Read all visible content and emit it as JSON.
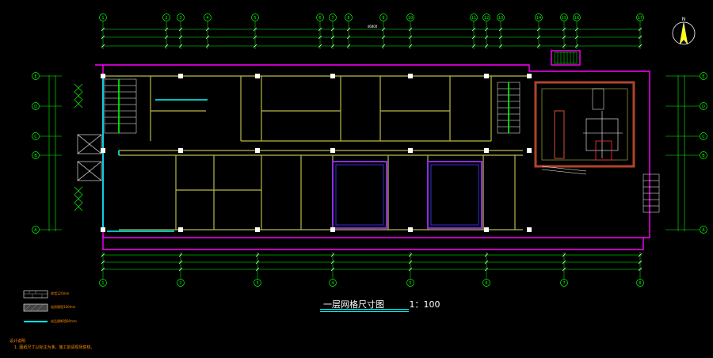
{
  "drawing": {
    "title": "一层网格尺寸图",
    "scale": "1：100",
    "total_dimension": "46800",
    "top_axis_labels": [
      "1",
      "2",
      "3",
      "4",
      "5",
      "6",
      "7",
      "8",
      "9",
      "10",
      "11",
      "12",
      "13",
      "14",
      "15",
      "16",
      "17"
    ],
    "bottom_axis_labels": [
      "1",
      "2",
      "3",
      "4",
      "5",
      "6",
      "7",
      "8"
    ],
    "left_axis_labels": [
      "E",
      "D",
      "C",
      "B",
      "A"
    ],
    "right_axis_labels": [
      "E",
      "D",
      "C",
      "B",
      "A"
    ]
  },
  "legend": [
    {
      "label": "砖墙120mm"
    },
    {
      "label": "轻质隔墙100mm"
    },
    {
      "label": "成品隔断墙80mm"
    }
  ],
  "notes": {
    "heading": "设计说明",
    "line1": "1. 图纸尺寸以标注为准，施工前请现场复核。"
  },
  "colors": {
    "background": "#000000",
    "wall": "#ff00ff",
    "dimension": "#00ff00",
    "axis": "#00ff00",
    "partition": "#ffff00",
    "glass": "#00ffff",
    "blue": "#2d2dff",
    "red": "#ff3030",
    "white": "#ffffff"
  }
}
